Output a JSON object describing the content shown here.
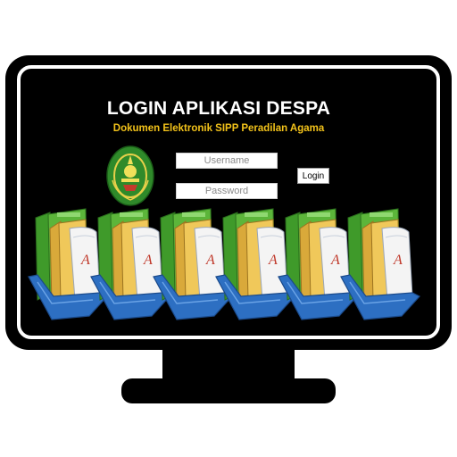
{
  "app": {
    "title": "LOGIN APLIKASI DESPA",
    "subtitle": "Dokumen Elektronik SIPP Peradilan Agama"
  },
  "form": {
    "username_placeholder": "Username",
    "password_placeholder": "Password",
    "login_label": "Login"
  },
  "decor": {
    "binder_count": 6,
    "binder_letter": "A",
    "colors": {
      "screen": "#000000",
      "bezel": "#000000",
      "title": "#ffffff",
      "subtitle": "#f2c21a",
      "binder_green": "#5cb53a",
      "binder_yellow": "#f0c85a",
      "tray_blue": "#2d6fc2",
      "emblem_green": "#2f8a2a"
    }
  }
}
